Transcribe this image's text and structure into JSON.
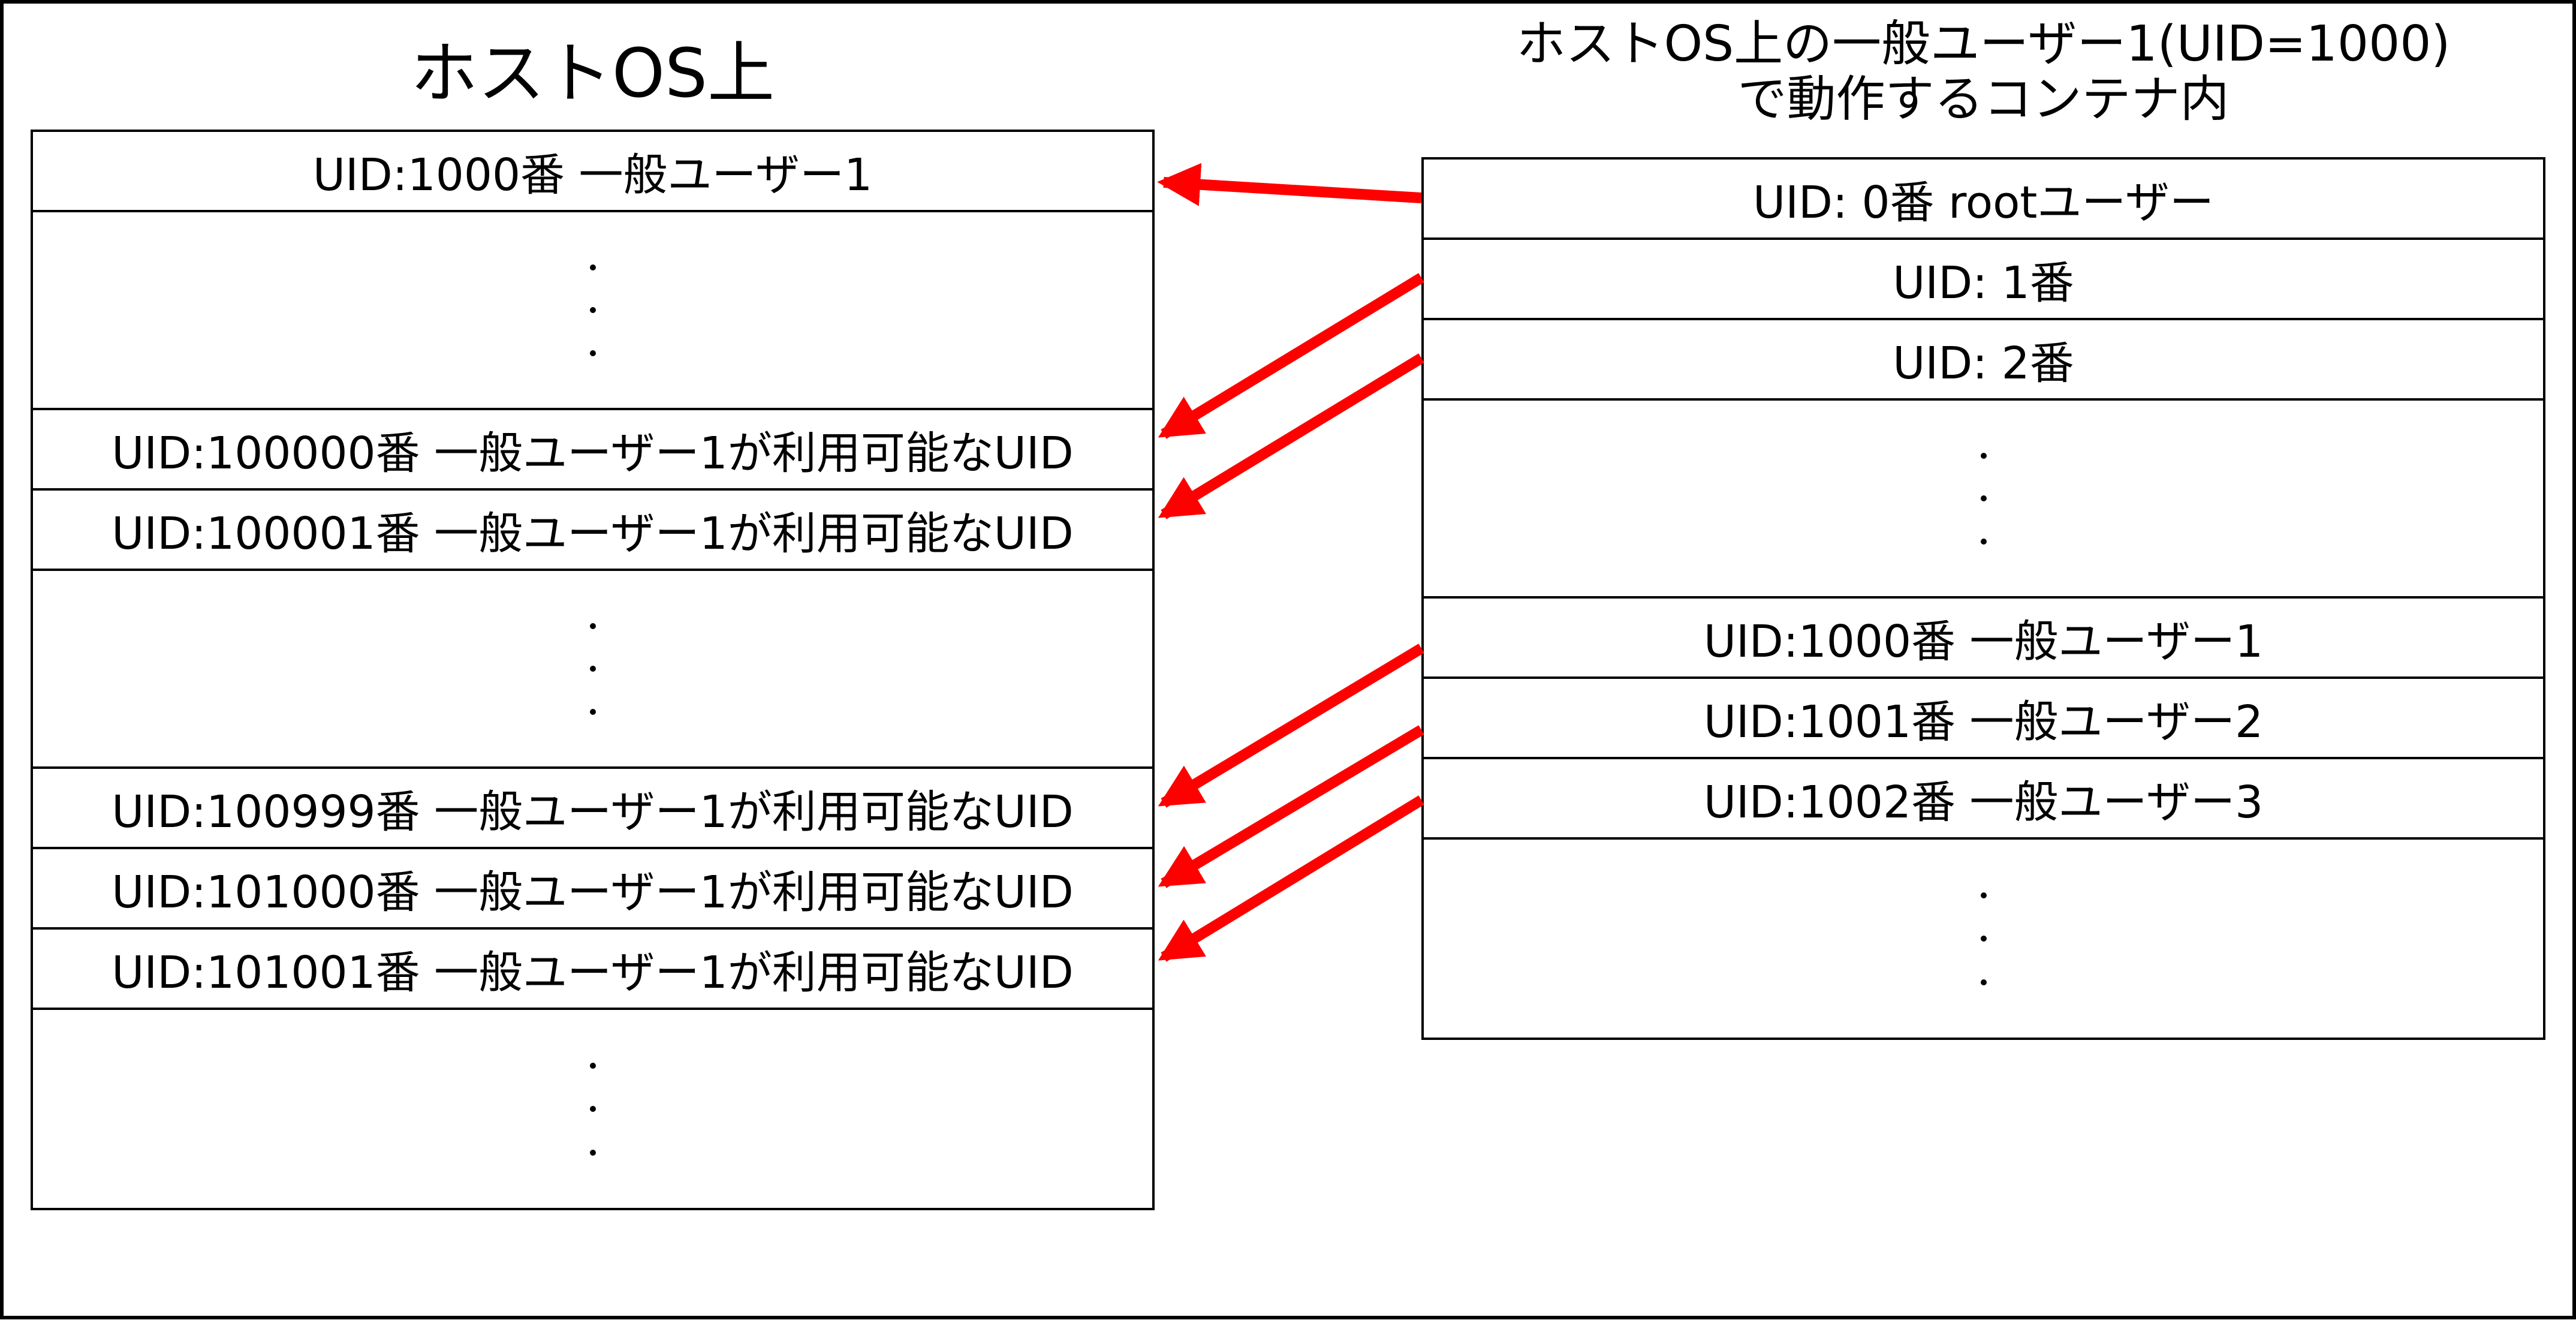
{
  "titles": {
    "left": "ホストOS上",
    "right": "ホストOS上の一般ユーザー1(UID=1000)\nで動作するコンテナ内"
  },
  "host_rows": [
    "UID:1000番 一般ユーザー1",
    "UID:100000番 一般ユーザー1が利用可能なUID",
    "UID:100001番 一般ユーザー1が利用可能なUID",
    "UID:100999番 一般ユーザー1が利用可能なUID",
    "UID:101000番 一般ユーザー1が利用可能なUID",
    "UID:101001番 一般ユーザー1が利用可能なUID"
  ],
  "container_rows": [
    "UID: 0番  rootユーザー",
    "UID: 1番",
    "UID: 2番",
    "UID:1000番 一般ユーザー1",
    "UID:1001番 一般ユーザー2",
    "UID:1002番 一般ユーザー3"
  ],
  "ellipsis": "・",
  "mapping": [
    {
      "from": "UID: 0番  rootユーザー",
      "to": "UID:1000番 一般ユーザー1"
    },
    {
      "from": "UID: 1番",
      "to": "UID:100000番 一般ユーザー1が利用可能なUID"
    },
    {
      "from": "UID: 2番",
      "to": "UID:100001番 一般ユーザー1が利用可能なUID"
    },
    {
      "from": "UID:1000番 一般ユーザー1",
      "to": "UID:100999番 一般ユーザー1が利用可能なUID"
    },
    {
      "from": "UID:1001番 一般ユーザー2",
      "to": "UID:101000番 一般ユーザー1が利用可能なUID"
    },
    {
      "from": "UID:1002番 一般ユーザー3",
      "to": "UID:101001番 一般ユーザー1が利用可能なUID"
    }
  ],
  "colors": {
    "arrow": "#ff0000",
    "border": "#000000",
    "background": "#ffffff"
  }
}
